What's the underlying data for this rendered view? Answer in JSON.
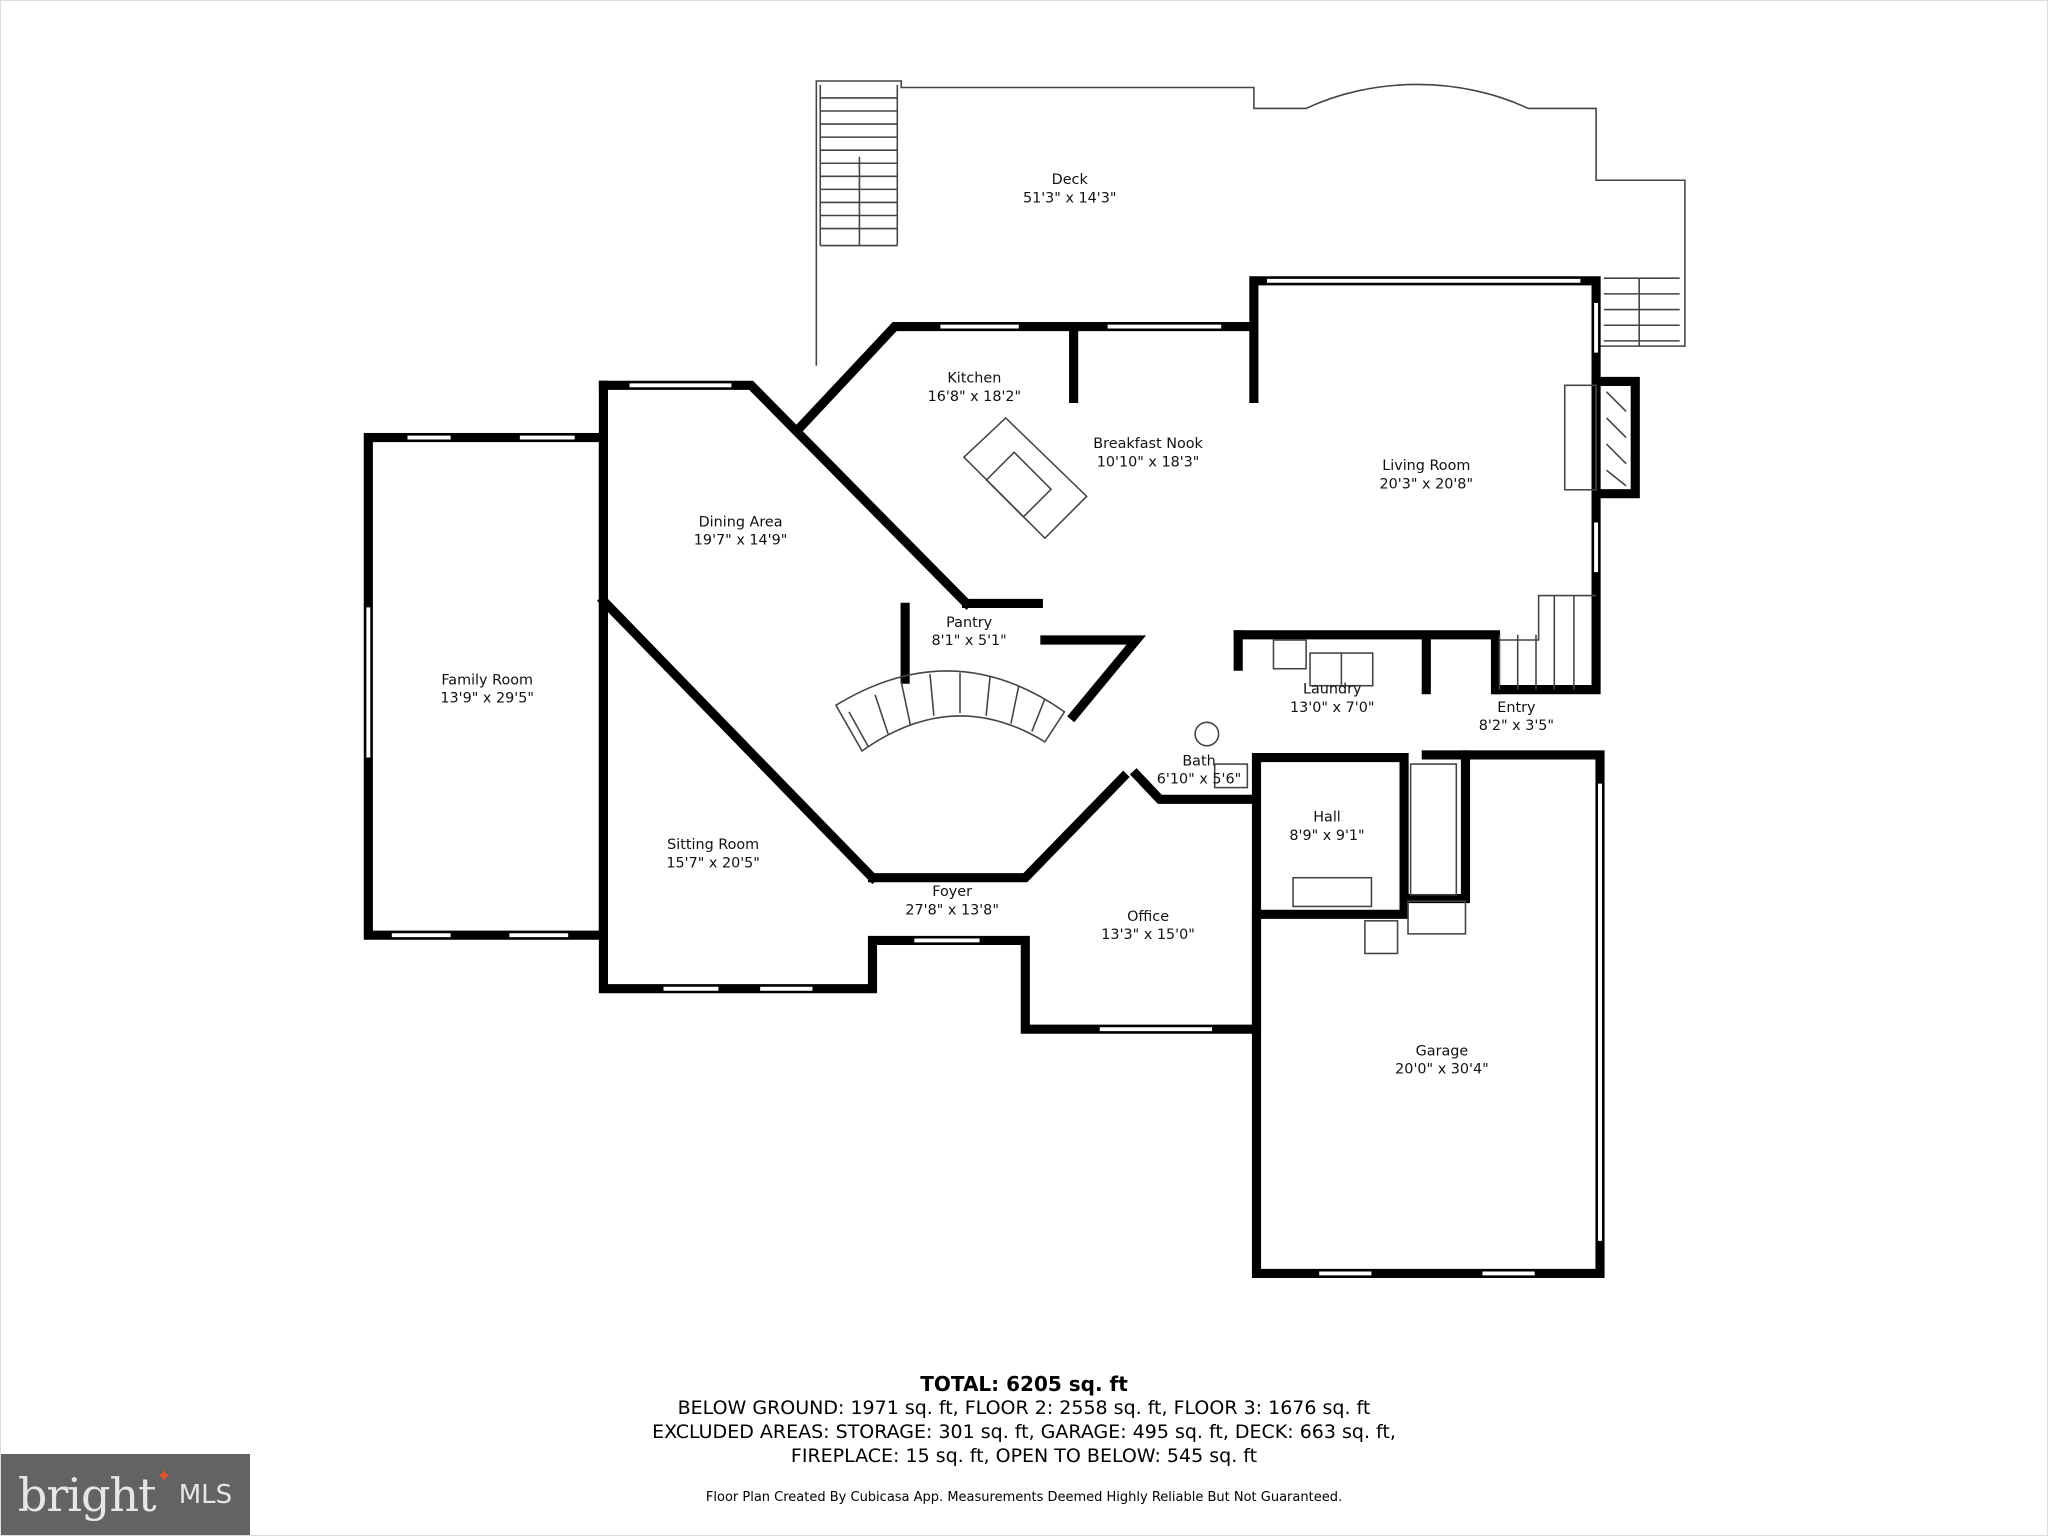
{
  "rooms": {
    "deck": {
      "name": "Deck",
      "dims": "51'3\" x 14'3\""
    },
    "kitchen": {
      "name": "Kitchen",
      "dims": "16'8\" x 18'2\""
    },
    "breakfast_nook": {
      "name": "Breakfast Nook",
      "dims": "10'10\" x 18'3\""
    },
    "living_room": {
      "name": "Living Room",
      "dims": "20'3\" x 20'8\""
    },
    "dining_area": {
      "name": "Dining Area",
      "dims": "19'7\" x 14'9\""
    },
    "family_room": {
      "name": "Family Room",
      "dims": "13'9\" x 29'5\""
    },
    "pantry": {
      "name": "Pantry",
      "dims": "8'1\" x 5'1\""
    },
    "laundry": {
      "name": "Laundry",
      "dims": "13'0\" x 7'0\""
    },
    "entry": {
      "name": "Entry",
      "dims": "8'2\" x 3'5\""
    },
    "bath": {
      "name": "Bath",
      "dims": "6'10\" x 5'6\""
    },
    "hall": {
      "name": "Hall",
      "dims": "8'9\" x 9'1\""
    },
    "sitting_room": {
      "name": "Sitting Room",
      "dims": "15'7\" x 20'5\""
    },
    "foyer": {
      "name": "Foyer",
      "dims": "27'8\" x 13'8\""
    },
    "office": {
      "name": "Office",
      "dims": "13'3\" x 15'0\""
    },
    "garage": {
      "name": "Garage",
      "dims": "20'0\" x 30'4\""
    }
  },
  "summary": {
    "total": "TOTAL: 6205 sq. ft",
    "floors": "BELOW GROUND: 1971 sq. ft, FLOOR 2: 2558 sq. ft, FLOOR 3: 1676 sq. ft",
    "excluded_1": "EXCLUDED AREAS: STORAGE: 301 sq. ft, GARAGE: 495 sq. ft, DECK: 663 sq. ft,",
    "excluded_2": "FIREPLACE: 15 sq. ft, OPEN TO BELOW: 545 sq. ft",
    "credit": "Floor Plan Created By Cubicasa App. Measurements Deemed Highly Reliable But Not Guaranteed."
  },
  "logo": {
    "word": "bright",
    "suffix": "MLS",
    "bg_color": "#636363",
    "accent_color": "#e0522a"
  }
}
